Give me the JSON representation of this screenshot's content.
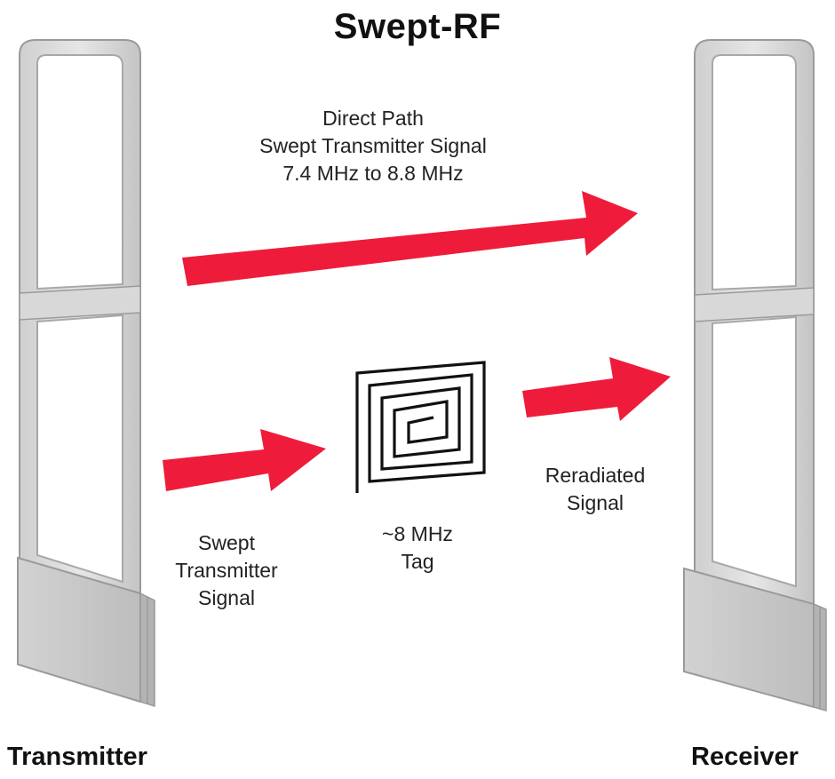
{
  "title": "Swept-RF",
  "direct_path": {
    "line1": "Direct Path",
    "line2": "Swept Transmitter Signal",
    "line3": "7.4 MHz to 8.8 MHz"
  },
  "swept_signal": {
    "line1": "Swept",
    "line2": "Transmitter",
    "line3": "Signal"
  },
  "tag": {
    "line1": "~8 MHz",
    "line2": "Tag"
  },
  "reradiated": {
    "line1": "Reradiated",
    "line2": "Signal"
  },
  "transmitter_label": "Transmitter",
  "receiver_label": "Receiver",
  "colors": {
    "arrow": "#ee1c3a",
    "gate_fill": "#dcdcdc",
    "gate_edge": "#9a9a9a",
    "coil": "#111111"
  }
}
